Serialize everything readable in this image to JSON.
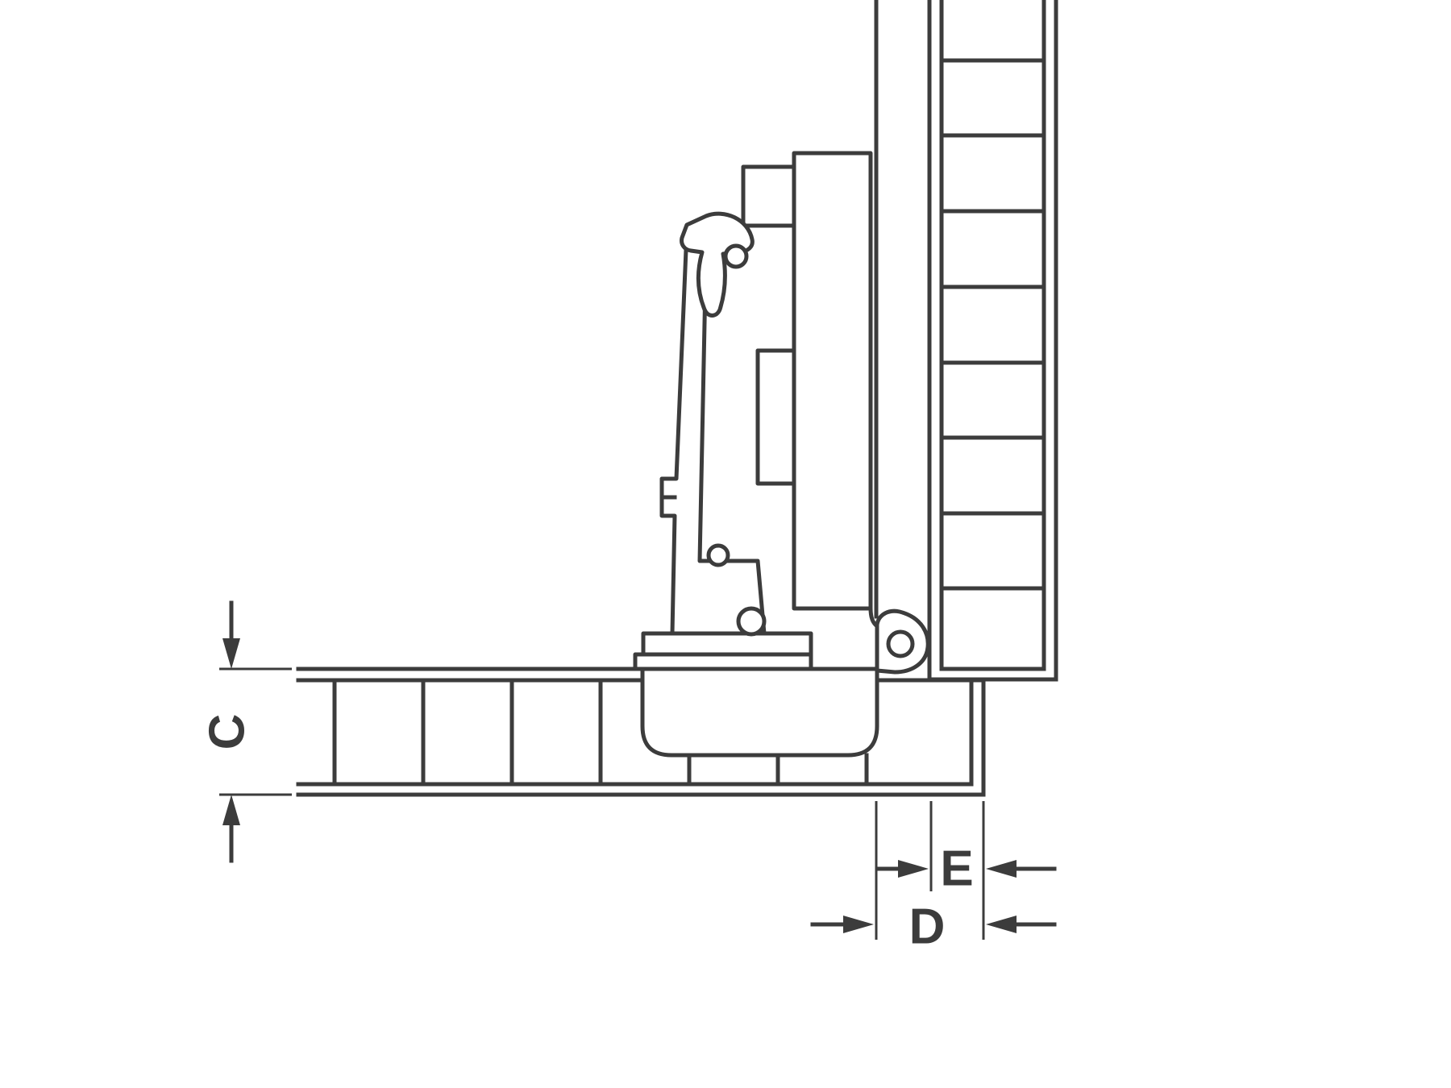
{
  "diagram": {
    "labels": {
      "c": "C",
      "d": "D",
      "e": "E"
    },
    "colors": {
      "line": "#3c3c3c",
      "background": "#ffffff"
    }
  }
}
